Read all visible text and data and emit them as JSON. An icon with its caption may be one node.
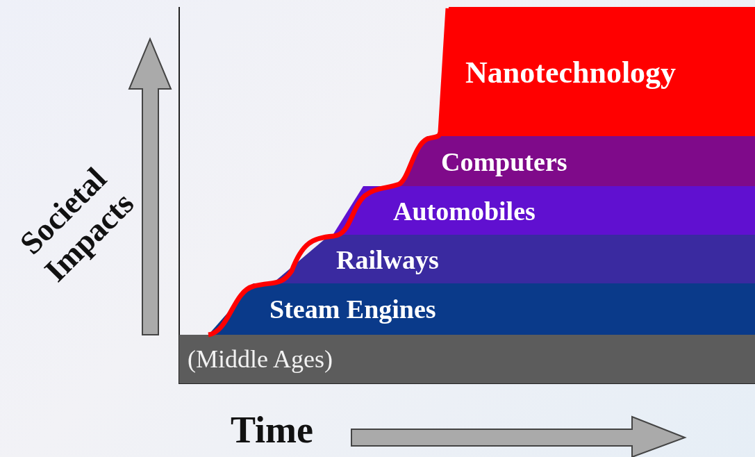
{
  "diagram": {
    "nodes": [
      {
        "text": [
          "Nanotechnology"
        ]
      },
      {
        "text": [
          "Computers"
        ]
      },
      {
        "text": [
          "Automobiles"
        ]
      },
      {
        "text": [
          "Railways"
        ]
      },
      {
        "text": [
          "Steam Engines"
        ]
      },
      {
        "text": [
          "(Middle Ages)"
        ]
      }
    ],
    "edges": [],
    "labels": [
      "Societal Impacts",
      "Time"
    ]
  }
}
